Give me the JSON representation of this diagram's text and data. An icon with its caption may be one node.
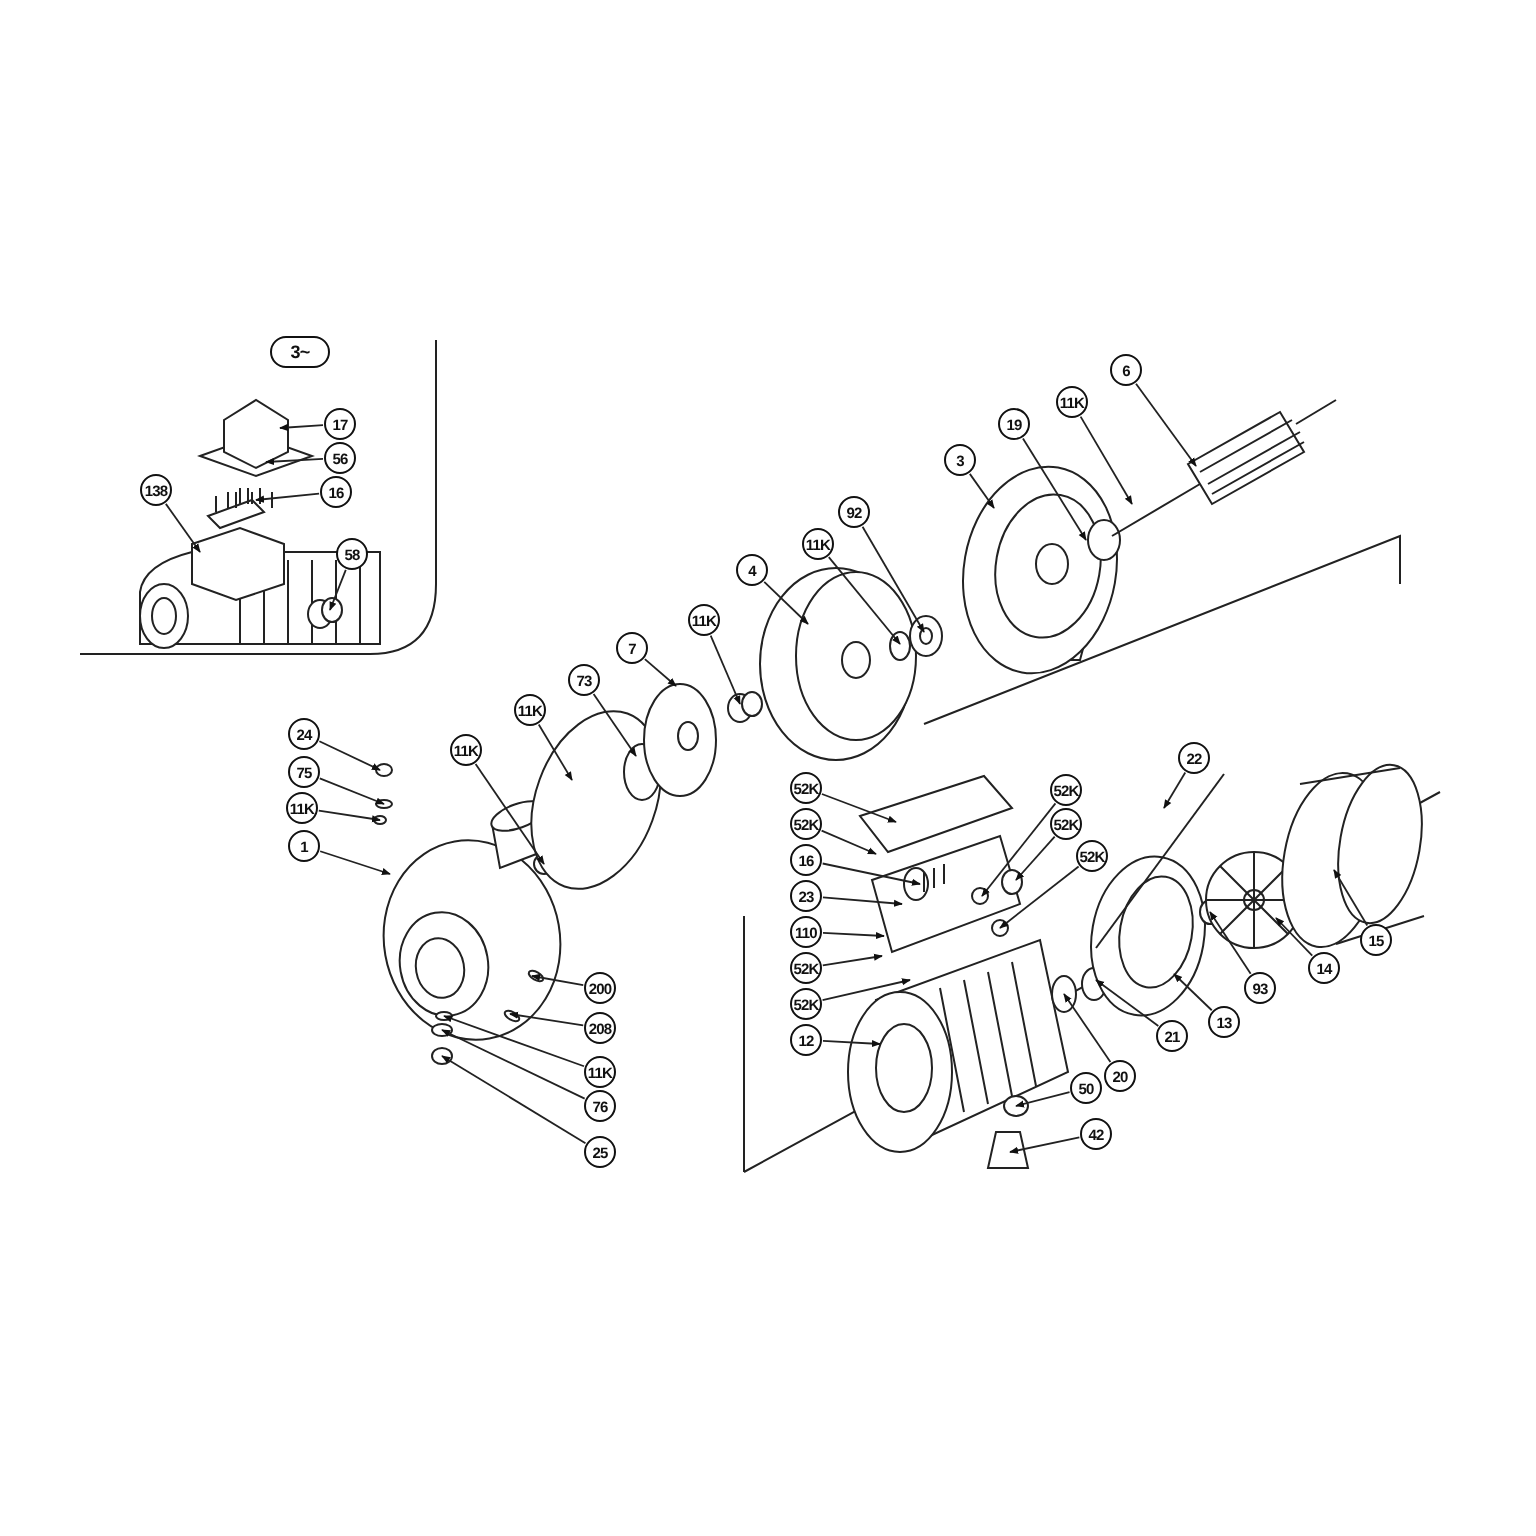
{
  "diagram": {
    "nodes": [
      {
        "text": [
          "3~"
        ]
      },
      {
        "text": [
          "17"
        ]
      },
      {
        "text": [
          "56"
        ]
      },
      {
        "text": [
          "16"
        ]
      },
      {
        "text": [
          "138"
        ]
      },
      {
        "text": [
          "58"
        ]
      },
      {
        "text": [
          "6"
        ]
      },
      {
        "text": [
          "11K"
        ]
      },
      {
        "text": [
          "19"
        ]
      },
      {
        "text": [
          "3"
        ]
      },
      {
        "text": [
          "92"
        ]
      },
      {
        "text": [
          "11K"
        ]
      },
      {
        "text": [
          "4"
        ]
      },
      {
        "text": [
          "11K"
        ]
      },
      {
        "text": [
          "7"
        ]
      },
      {
        "text": [
          "73"
        ]
      },
      {
        "text": [
          "11K"
        ]
      },
      {
        "text": [
          "24"
        ]
      },
      {
        "text": [
          "75"
        ]
      },
      {
        "text": [
          "11K"
        ]
      },
      {
        "text": [
          "1"
        ]
      },
      {
        "text": [
          "11K"
        ]
      },
      {
        "text": [
          "200"
        ]
      },
      {
        "text": [
          "208"
        ]
      },
      {
        "text": [
          "11K"
        ]
      },
      {
        "text": [
          "76"
        ]
      },
      {
        "text": [
          "25"
        ]
      },
      {
        "text": [
          "52K"
        ]
      },
      {
        "text": [
          "52K"
        ]
      },
      {
        "text": [
          "16"
        ]
      },
      {
        "text": [
          "23"
        ]
      },
      {
        "text": [
          "110"
        ]
      },
      {
        "text": [
          "52K"
        ]
      },
      {
        "text": [
          "52K"
        ]
      },
      {
        "text": [
          "12"
        ]
      },
      {
        "text": [
          "52K"
        ]
      },
      {
        "text": [
          "52K"
        ]
      },
      {
        "text": [
          "52K"
        ]
      },
      {
        "text": [
          "50"
        ]
      },
      {
        "text": [
          "42"
        ]
      },
      {
        "text": [
          "22"
        ]
      },
      {
        "text": [
          "15"
        ]
      },
      {
        "text": [
          "14"
        ]
      },
      {
        "text": [
          "93"
        ]
      },
      {
        "text": [
          "13"
        ]
      },
      {
        "text": [
          "21"
        ]
      },
      {
        "text": [
          "20"
        ]
      }
    ],
    "edges": [
      {
        "from": 1,
        "to": null,
        "arrow": "to"
      },
      {
        "from": 2,
        "to": null,
        "arrow": "to"
      },
      {
        "from": 3,
        "to": null,
        "arrow": "to"
      },
      {
        "from": 4,
        "to": null,
        "arrow": "to"
      },
      {
        "from": 5,
        "to": null,
        "arrow": "to"
      },
      {
        "from": 6,
        "to": null,
        "arrow": "to"
      },
      {
        "from": 7,
        "to": null,
        "arrow": "to"
      },
      {
        "from": 8,
        "to": null,
        "arrow": "to"
      },
      {
        "from": 9,
        "to": null,
        "arrow": "to"
      },
      {
        "from": 10,
        "to": null,
        "arrow": "to"
      },
      {
        "from": 11,
        "to": null,
        "arrow": "to"
      },
      {
        "from": 12,
        "to": null,
        "arrow": "to"
      },
      {
        "from": 13,
        "to": null,
        "arrow": "to"
      },
      {
        "from": 14,
        "to": null,
        "arrow": "to"
      },
      {
        "from": 15,
        "to": null,
        "arrow": "to"
      },
      {
        "from": 16,
        "to": null,
        "arrow": "to"
      },
      {
        "from": 17,
        "to": null,
        "arrow": "to"
      },
      {
        "from": 18,
        "to": null,
        "arrow": "to"
      },
      {
        "from": 19,
        "to": null,
        "arrow": "to"
      },
      {
        "from": 20,
        "to": null,
        "arrow": "to"
      },
      {
        "from": 21,
        "to": null,
        "arrow": "to"
      },
      {
        "from": 22,
        "to": null,
        "arrow": "to"
      },
      {
        "from": 23,
        "to": null,
        "arrow": "to"
      },
      {
        "from": 24,
        "to": null,
        "arrow": "to"
      },
      {
        "from": 25,
        "to": null,
        "arrow": "to"
      },
      {
        "from": 26,
        "to": null,
        "arrow": "to"
      },
      {
        "from": 27,
        "to": null,
        "arrow": "to"
      },
      {
        "from": 28,
        "to": null,
        "arrow": "to"
      },
      {
        "from": 29,
        "to": null,
        "arrow": "to"
      },
      {
        "from": 30,
        "to": null,
        "arrow": "to"
      },
      {
        "from": 31,
        "to": null,
        "arrow": "to"
      },
      {
        "from": 32,
        "to": null,
        "arrow": "to"
      },
      {
        "from": 33,
        "to": null,
        "arrow": "to"
      },
      {
        "from": 34,
        "to": null,
        "arrow": "to"
      },
      {
        "from": 35,
        "to": null,
        "arrow": "to"
      },
      {
        "from": 36,
        "to": null,
        "arrow": "to"
      },
      {
        "from": 37,
        "to": null,
        "arrow": "to"
      },
      {
        "from": 38,
        "to": null,
        "arrow": "to"
      },
      {
        "from": 39,
        "to": null,
        "arrow": "to"
      },
      {
        "from": 40,
        "to": null,
        "arrow": "to"
      },
      {
        "from": 41,
        "to": null,
        "arrow": "to"
      },
      {
        "from": 42,
        "to": null,
        "arrow": "to"
      },
      {
        "from": 43,
        "to": null,
        "arrow": "to"
      },
      {
        "from": 44,
        "to": null,
        "arrow": "to"
      },
      {
        "from": 45,
        "to": null,
        "arrow": "to"
      },
      {
        "from": 46,
        "to": null,
        "arrow": "to"
      }
    ]
  }
}
